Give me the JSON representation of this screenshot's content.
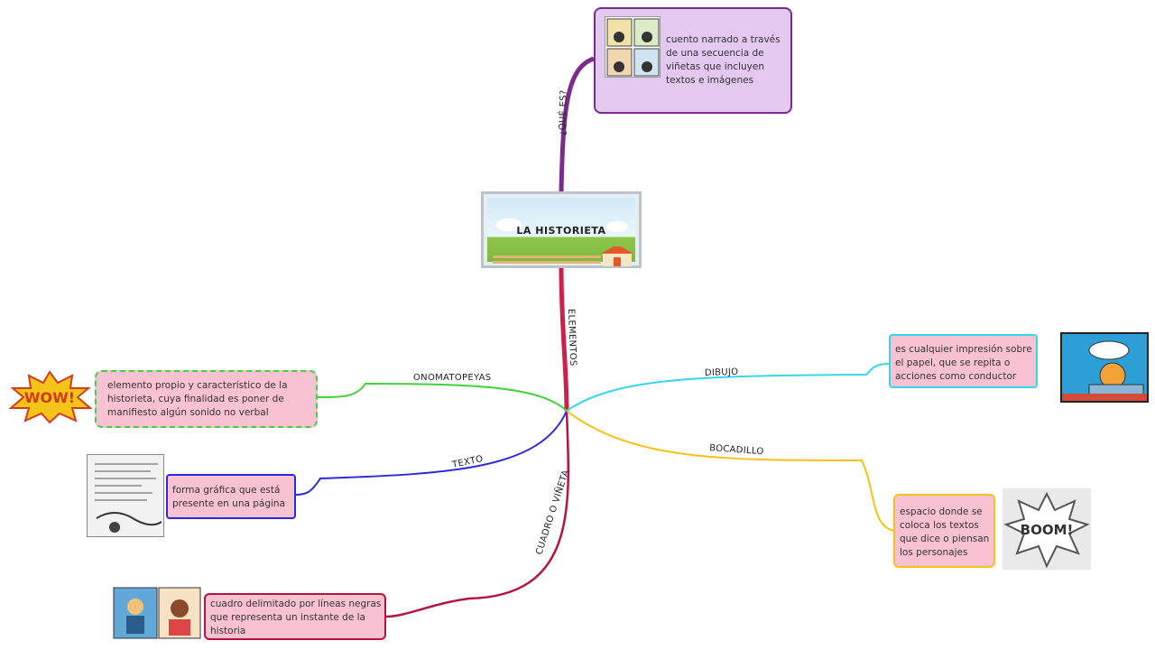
{
  "central": {
    "title": "LA HISTORIETA"
  },
  "branches": {
    "que_es": "¿QUÉ ES?",
    "elementos": "ELEMENTOS",
    "onomatopeyas": "ONOMATOPEYAS",
    "texto": "TEXTO",
    "cuadro": "CUADRO O VIÑETA",
    "dibujo": "DIBUJO",
    "bocadillo": "BOCADILLO"
  },
  "nodes": {
    "que_es": [
      "cuento narrado a través",
      "de una secuencia de",
      "viñetas que incluyen",
      "textos e imágenes"
    ],
    "onomatopeyas": [
      "elemento propio y característico de la",
      "historieta, cuya finalidad es poner de",
      "manifiesto algún sonido no verbal"
    ],
    "texto": [
      "forma gráfica que está",
      "presente en una página"
    ],
    "cuadro": [
      "cuadro delimitado por líneas negras",
      "que representa un instante de la",
      "historia"
    ],
    "dibujo": [
      "es cualquier impresión sobre",
      "el papel, que se repita o",
      "acciones como conductor"
    ],
    "bocadillo": [
      "espacio donde se",
      "coloca los textos",
      "que dice o piensan",
      "los personajes"
    ]
  },
  "images": {
    "wow": "WOW!",
    "boom": "BOOM!"
  },
  "colors": {
    "que_es": "#7b2a8e",
    "elementos": "#cc1f4a",
    "onomatopeyas": "#3fd23a",
    "texto": "#2a2bd6",
    "cuadro": "#b5143f",
    "dibujo": "#38d6ea",
    "bocadillo": "#f6c21a"
  }
}
